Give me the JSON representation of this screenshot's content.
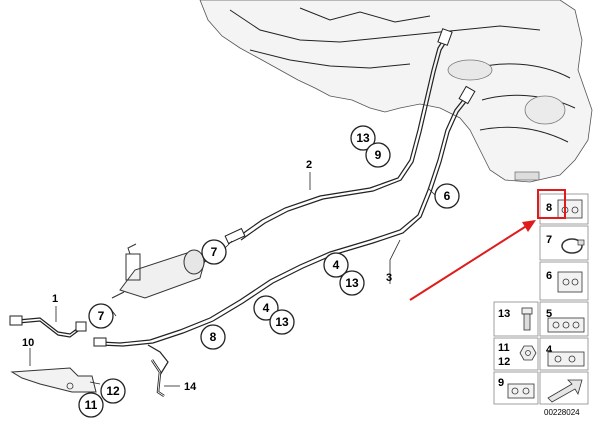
{
  "callouts": {
    "c13a": "13",
    "c9": "9",
    "c7a": "7",
    "c7b": "7",
    "c6": "6",
    "c4a": "4",
    "c13b": "13",
    "c4b": "4",
    "c13c": "13",
    "c8": "8",
    "c12": "12",
    "c11": "11"
  },
  "labels": {
    "l2": "2",
    "l3": "3",
    "l1": "1",
    "l10": "10",
    "l14": "14"
  },
  "legend": {
    "p8": "8",
    "p7": "7",
    "p6": "6",
    "p5": "5",
    "p13": "13",
    "p4": "4",
    "p11": "11",
    "p12": "12",
    "p9": "9"
  },
  "doc_number": "00228024",
  "highlight_color": "#e01b1b"
}
